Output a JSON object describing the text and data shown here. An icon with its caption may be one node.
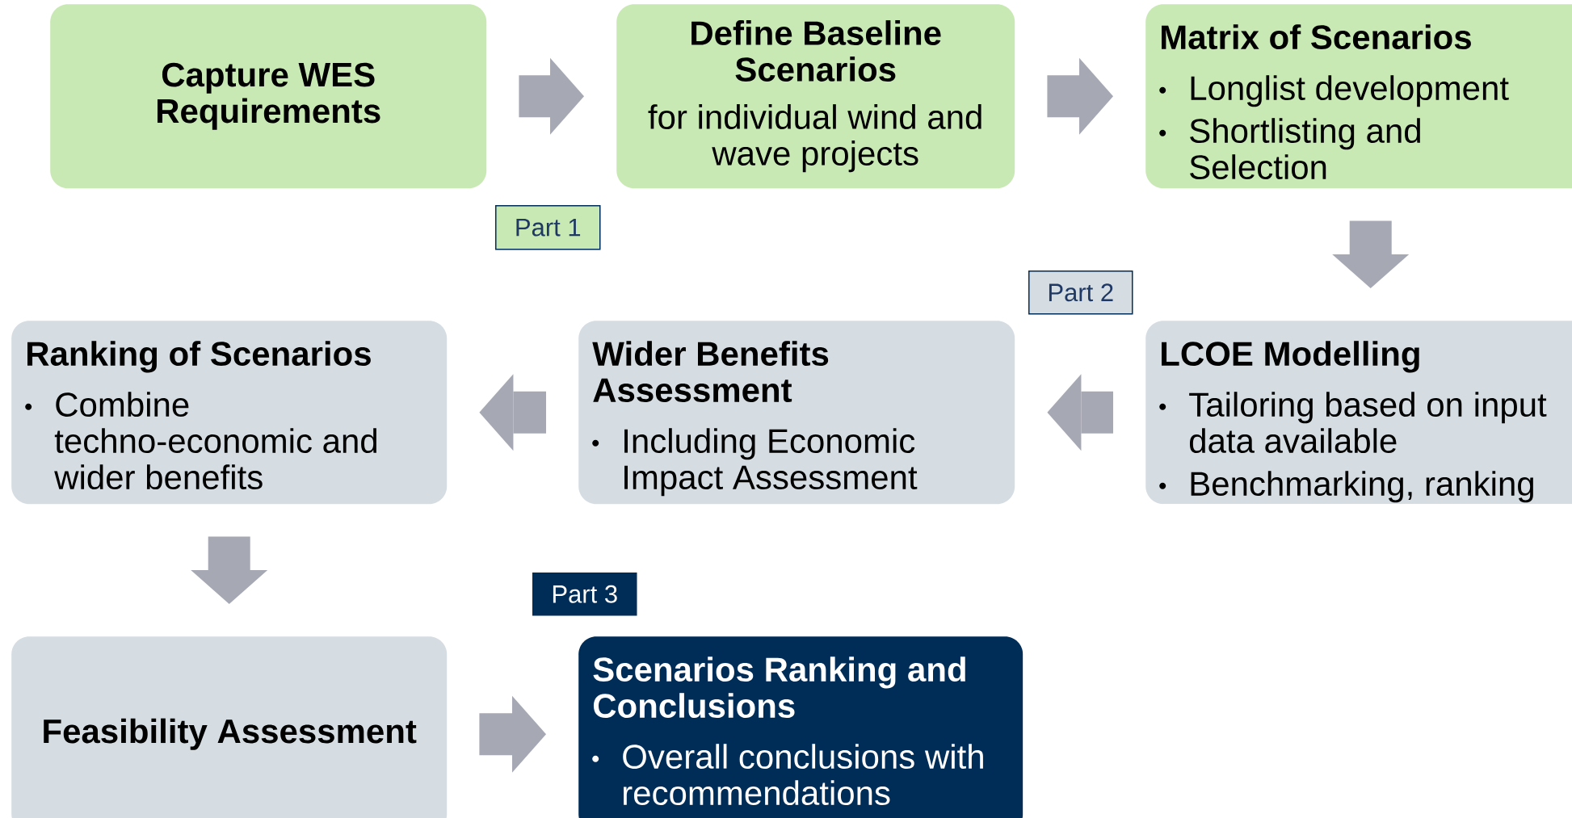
{
  "diagram": {
    "nodes": [
      {
        "text": [
          "Capture WES Requirements"
        ]
      },
      {
        "text": [
          "Define Baseline Scenarios",
          "for individual wind and wave projects"
        ]
      },
      {
        "text": [
          "Matrix of Scenarios",
          "Longlist development",
          "Shortlisting and Selection"
        ]
      },
      {
        "text": [
          "LCOE Modelling",
          "Tailoring based on input data available",
          "Benchmarking, ranking"
        ]
      },
      {
        "text": [
          "Wider Benefits Assessment",
          "Including Economic Impact Assessment"
        ]
      },
      {
        "text": [
          "Ranking of Scenarios",
          "Combine techno-economic and wider benefits"
        ]
      },
      {
        "text": [
          "Feasibility Assessment"
        ]
      },
      {
        "text": [
          "Scenarios Ranking and Conclusions",
          "Overall conclusions with recommendations"
        ]
      },
      {
        "text": [
          "Part 1"
        ]
      },
      {
        "text": [
          "Part 2"
        ]
      },
      {
        "text": [
          "Part 3"
        ]
      }
    ],
    "edges": [
      {
        "from": 0,
        "to": 1,
        "arrow": "to"
      },
      {
        "from": 1,
        "to": 2,
        "arrow": "to"
      },
      {
        "from": 2,
        "to": 3,
        "arrow": "to"
      },
      {
        "from": 3,
        "to": 4,
        "arrow": "to"
      },
      {
        "from": 4,
        "to": 5,
        "arrow": "to"
      },
      {
        "from": 5,
        "to": 6,
        "arrow": "to"
      },
      {
        "from": 6,
        "to": 7,
        "arrow": "to"
      }
    ]
  }
}
